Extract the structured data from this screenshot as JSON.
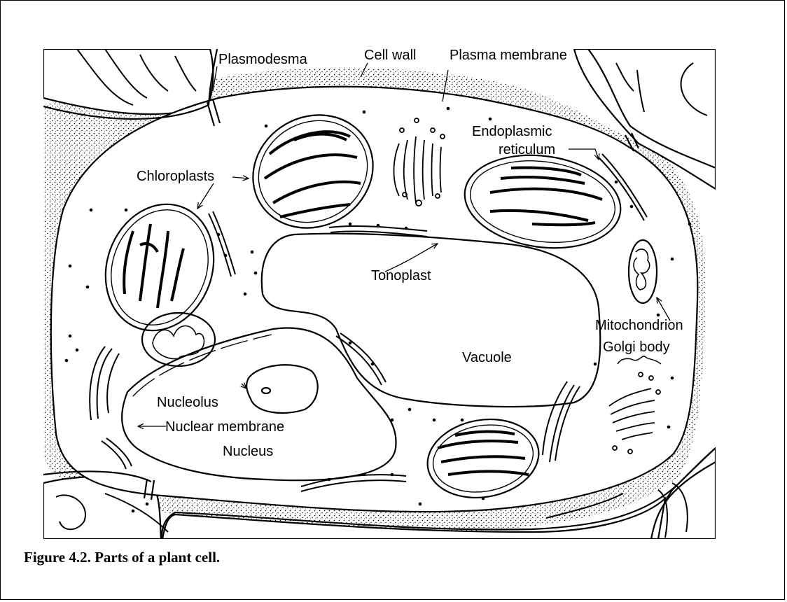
{
  "caption": "Figure 4.2.  Parts of a plant cell.",
  "labels": {
    "plasmodesma": "Plasmodesma",
    "cell_wall": "Cell wall",
    "plasma_membrane": "Plasma membrane",
    "endoplasmic": "Endoplasmic",
    "reticulum": "reticulum",
    "chloroplasts": "Chloroplasts",
    "tonoplast": "Tonoplast",
    "vacuole": "Vacuole",
    "mitochondrion": "Mitochondrion",
    "golgi_body": "Golgi body",
    "nucleolus": "Nucleolus",
    "nuclear_membrane": "Nuclear membrane",
    "nucleus": "Nucleus"
  }
}
